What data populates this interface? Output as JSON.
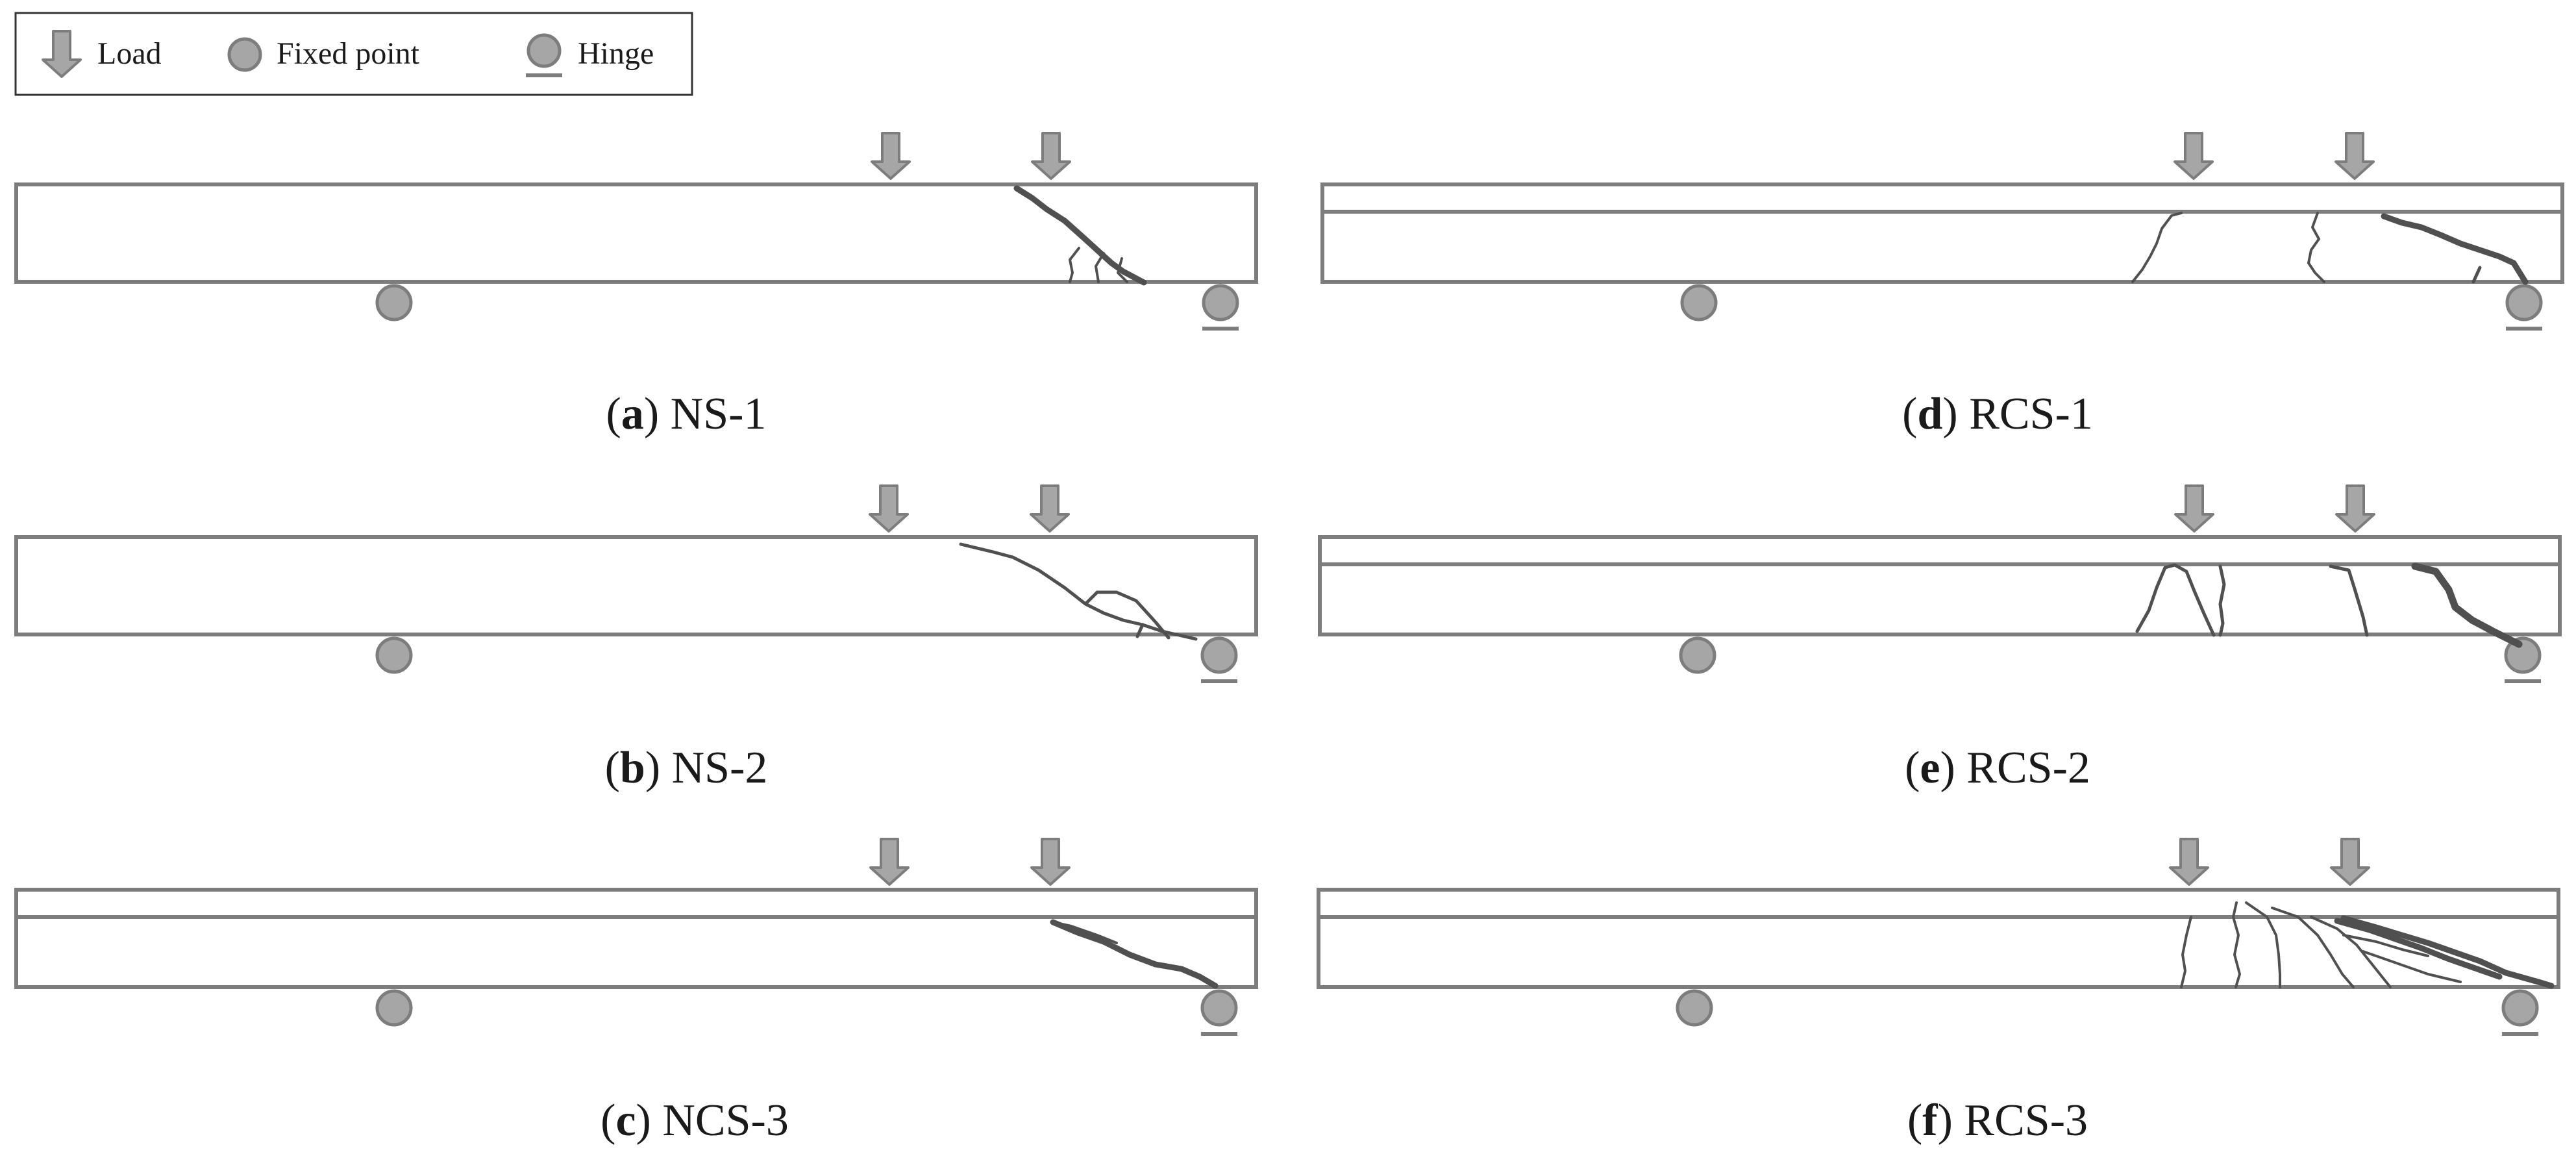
{
  "legend": {
    "load_label": "Load",
    "fixed_label": "Fixed point",
    "hinge_label": "Hinge"
  },
  "panels": [
    {
      "id": "a",
      "letter": "a",
      "specimen": "NS-1",
      "layered": false
    },
    {
      "id": "b",
      "letter": "b",
      "specimen": "NS-2",
      "layered": false
    },
    {
      "id": "c",
      "letter": "c",
      "specimen": "NCS-3",
      "layered": true
    },
    {
      "id": "d",
      "letter": "d",
      "specimen": "RCS-1",
      "layered": true
    },
    {
      "id": "e",
      "letter": "e",
      "specimen": "RCS-2",
      "layered": true
    },
    {
      "id": "f",
      "letter": "f",
      "specimen": "RCS-3",
      "layered": true
    }
  ],
  "colors": {
    "outline": "#7d7d7d",
    "support_fill": "#a6a6a6",
    "crack": "#505050"
  }
}
